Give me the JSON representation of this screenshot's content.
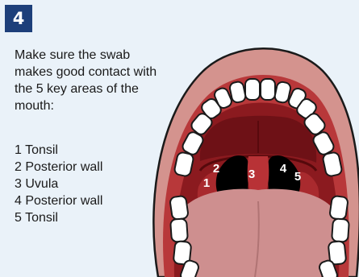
{
  "step": {
    "number": "4"
  },
  "instruction": "Make sure the swab makes good contact with the 5 key areas of the mouth:",
  "areas": [
    {
      "number": "1",
      "name": "Tonsil"
    },
    {
      "number": "2",
      "name": "Posterior wall"
    },
    {
      "number": "3",
      "name": "Uvula"
    },
    {
      "number": "4",
      "name": "Posterior wall"
    },
    {
      "number": "5",
      "name": "Tonsil"
    }
  ],
  "diagram_labels": [
    "1",
    "2",
    "3",
    "4",
    "5"
  ],
  "colors": {
    "badge": "#1d3f7a",
    "panel": "#eaf2f9",
    "lips": "#d4938e",
    "mouth_interior": "#8b1a1f",
    "throat": "#000000",
    "tongue": "#ce8f8f"
  }
}
